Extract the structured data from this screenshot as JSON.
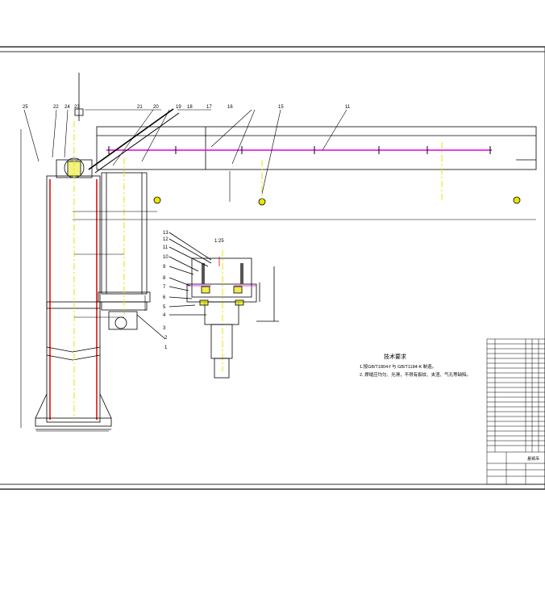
{
  "drawing": {
    "notes": {
      "title": "技术要求",
      "line1": "1.按GB/T1804-f 与 GB/T1184-K 制造。",
      "line2": "2. 焊缝应均匀、光滑，不得有裂纹、夹渣、气孔等缺陷。"
    },
    "detail_scale": "1:25",
    "balloons_top": [
      "25",
      "22",
      "24",
      "23",
      "21",
      "20",
      "19",
      "18",
      "17",
      "16",
      "15",
      "11"
    ],
    "balloons_left": [
      "13",
      "12",
      "11",
      "10",
      "9",
      "8",
      "7",
      "6",
      "5",
      "4",
      "3",
      "2",
      "1"
    ],
    "title_block_name": "悬臂吊",
    "colors": {
      "line": "#000000",
      "centerline": "#e6e600",
      "red": "#e00000",
      "magenta": "#e000e0",
      "frame": "#333333"
    }
  }
}
